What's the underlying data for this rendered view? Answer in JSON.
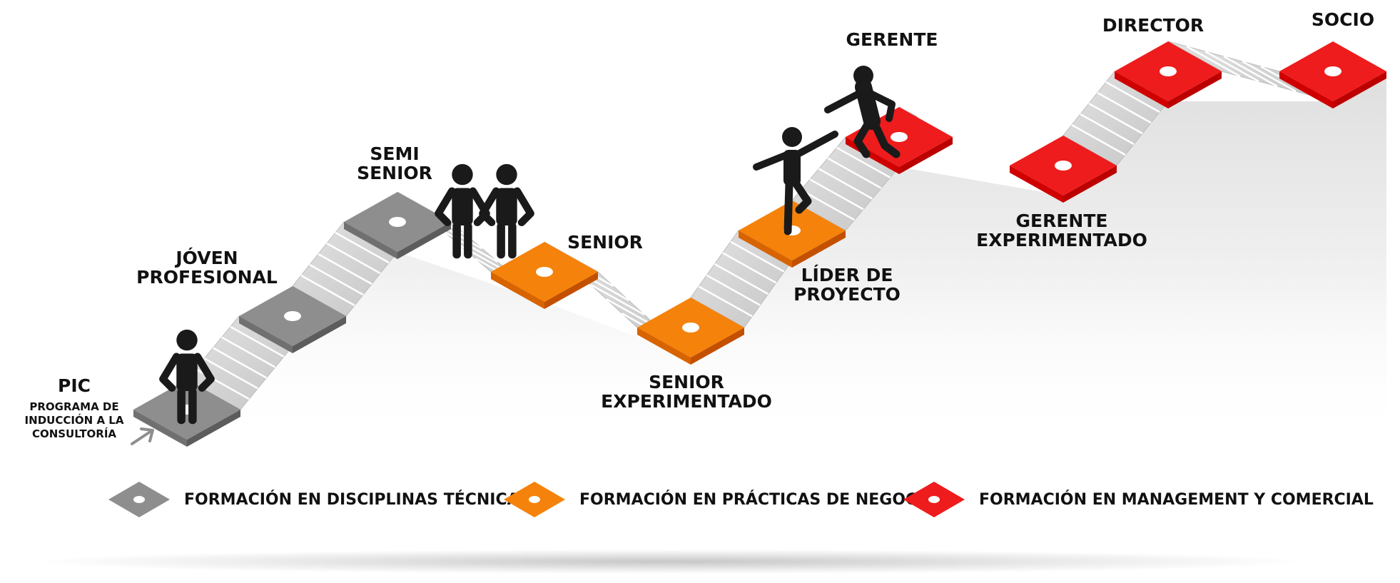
{
  "labels": {
    "pic": {
      "title": "PIC",
      "sub": [
        "PROGRAMA DE",
        "INDUCCIÓN A LA",
        "CONSULTORÍA"
      ]
    },
    "joven": [
      "JÓVEN",
      "PROFESIONAL"
    ],
    "semi_senior": [
      "SEMI",
      "SENIOR"
    ],
    "senior": [
      "SENIOR"
    ],
    "senior_exp": [
      "SENIOR",
      "EXPERIMENTADO"
    ],
    "lider": [
      "LÍDER DE",
      "PROYECTO"
    ],
    "gerente": [
      "GERENTE"
    ],
    "gerente_exp": [
      "GERENTE",
      "EXPERIMENTADO"
    ],
    "director": [
      "DIRECTOR"
    ],
    "socio": [
      "SOCIO"
    ]
  },
  "legend": [
    {
      "text": "FORMACIÓN EN DISCIPLINAS TÉCNICAS",
      "color": "#8e8e8e"
    },
    {
      "text": "FORMACIÓN EN PRÁCTICAS DE NEGOCIO",
      "color": "#f5820a"
    },
    {
      "text": "FORMACIÓN EN MANAGEMENT Y COMERCIAL",
      "color": "#ee1c1c"
    }
  ],
  "colors": {
    "technical": "#8e8e8e",
    "business": "#f5820a",
    "management": "#ee1c1c",
    "path": "#d9d9d9",
    "figure": "#1a1a1a"
  },
  "icons": [
    "arrow-icon",
    "person-icon"
  ]
}
